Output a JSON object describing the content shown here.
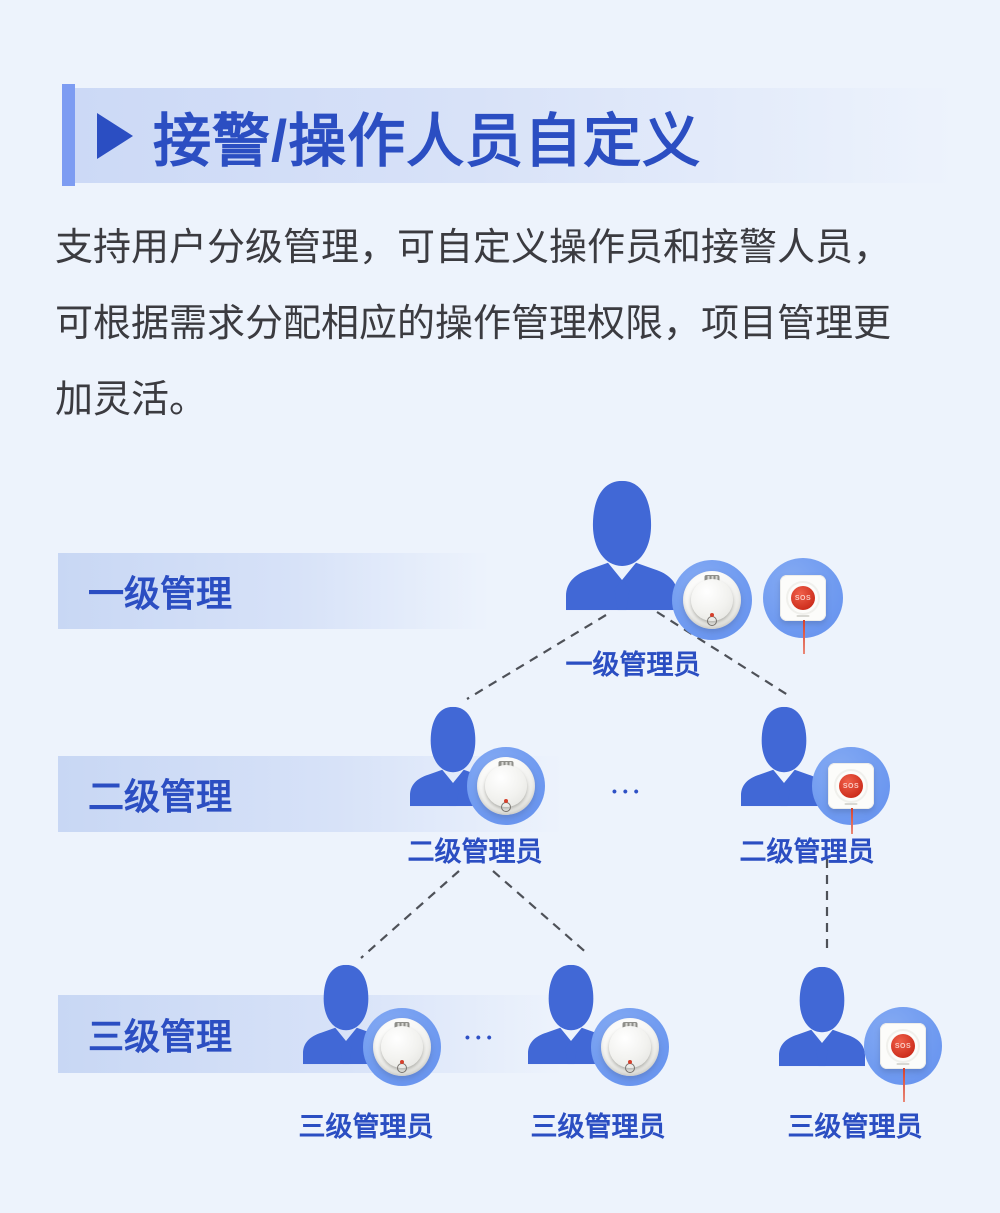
{
  "page": {
    "background": "#edf3fc"
  },
  "header": {
    "title": "接警/操作人员自定义",
    "accent_color": "#2b4ec2",
    "bar_color": "#7d9cf2",
    "panel_color": "#ccd9f6",
    "arrow_icon": "play-triangle"
  },
  "description": {
    "line1": "支持用户分级管理，可自定义操作员和接警人员，",
    "line2": "可根据需求分配相应的操作管理权限，项目管理更",
    "line3": "加灵活。"
  },
  "hierarchy": {
    "level1": {
      "band": "一级管理",
      "node1_label": "一级管理员",
      "node1_devices": [
        "smoke-detector",
        "sos-button"
      ]
    },
    "level2": {
      "band": "二级管理",
      "node1_label": "二级管理员",
      "node1_devices": [
        "smoke-detector"
      ],
      "ellipsis": "•••",
      "node2_label": "二级管理员",
      "node2_devices": [
        "sos-button"
      ]
    },
    "level3": {
      "band": "三级管理",
      "node1_label": "三级管理员",
      "node1_devices": [
        "smoke-detector"
      ],
      "ellipsis": "•••",
      "node2_label": "三级管理员",
      "node2_devices": [
        "smoke-detector"
      ],
      "node3_label": "三级管理员",
      "node3_devices": [
        "sos-button"
      ]
    },
    "devices": {
      "sos_text": "SOS"
    },
    "colors": {
      "person": "#4168d6",
      "badge_circle": "#6f9af0",
      "label_text": "#2b4ec2",
      "band_gradient_from": "#c8d7f4",
      "connector_dash": "#4e5158",
      "sos_red": "#d5402c"
    }
  }
}
